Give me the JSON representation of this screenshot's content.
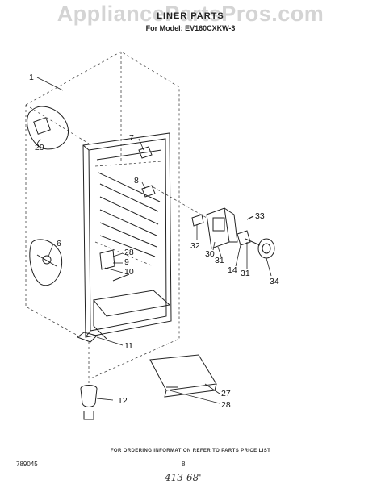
{
  "watermark": "AppliancePartsPros.com",
  "header": {
    "title": "LINER PARTS",
    "model": "For Model: EV160CXKW-3"
  },
  "callouts": [
    "1",
    "29",
    "6",
    "7",
    "8",
    "9",
    "28",
    "10",
    "11",
    "12",
    "27",
    "28",
    "33",
    "32",
    "30",
    "31",
    "14",
    "31",
    "34"
  ],
  "footer": {
    "ordering_note": "FOR ORDERING INFORMATION REFER TO PARTS PRICE LIST",
    "doc_number": "789045",
    "page_number": "8",
    "handwritten": "413-68'"
  }
}
